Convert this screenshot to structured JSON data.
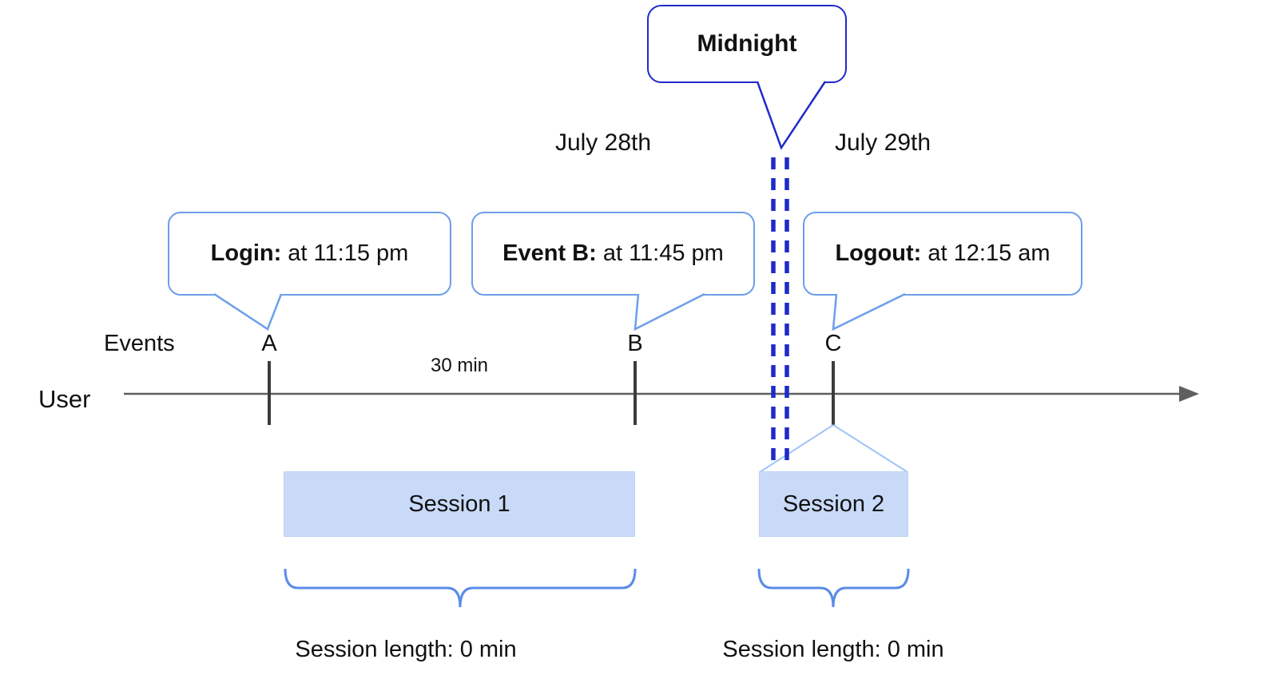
{
  "colors": {
    "accent_dark_blue": "#1f2ac9",
    "accent_blue": "#6d9eeb",
    "brace_blue": "#5a8ce8",
    "session_fill": "#c9daf8",
    "funnel_blue": "#9fc5f8",
    "timeline_gray": "#5f5f5f",
    "tick_gray": "#3c3c3c"
  },
  "midnight": {
    "label": "Midnight"
  },
  "dates": {
    "left": "July 28th",
    "right": "July 29th"
  },
  "axis": {
    "events_label": "Events",
    "user_label": "User",
    "interval_label": "30 min"
  },
  "events": [
    {
      "letter": "A",
      "callout_bold": "Login:",
      "callout_text": " at 11:15 pm"
    },
    {
      "letter": "B",
      "callout_bold": "Event B:",
      "callout_text": " at 11:45 pm"
    },
    {
      "letter": "C",
      "callout_bold": "Logout:",
      "callout_text": " at 12:15 am"
    }
  ],
  "sessions": [
    {
      "label": "Session 1",
      "length": "Session length: 0 min"
    },
    {
      "label": "Session 2",
      "length": "Session length: 0 min"
    }
  ]
}
